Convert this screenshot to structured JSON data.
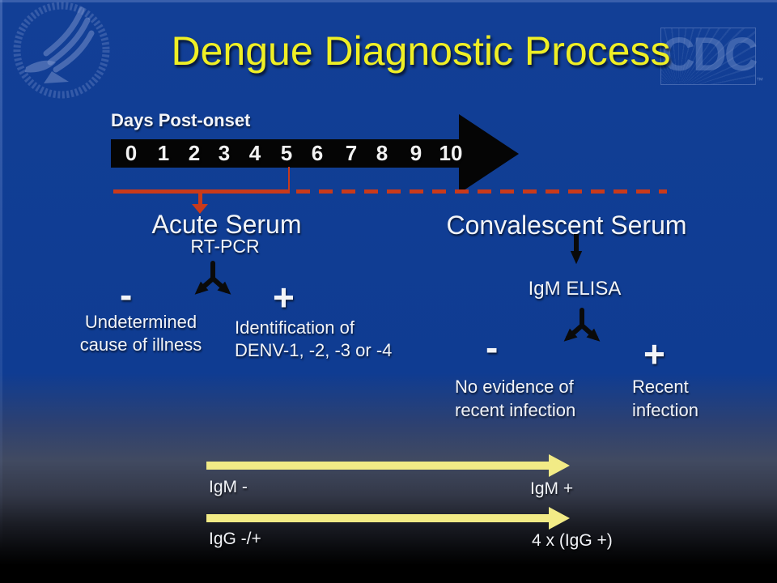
{
  "slide_title": "Dengue Diagnostic Process",
  "logos": {
    "hhs_seal": "US Department of Health and Human Services seal (watermark)",
    "cdc_text": "CDC",
    "cdc_trademark": "™"
  },
  "timeline": {
    "label": "Days Post-onset",
    "days": [
      "0",
      "1",
      "2",
      "3",
      "4",
      "5",
      "6",
      "7",
      "8",
      "9",
      "10"
    ],
    "acute_window_days": "0-5",
    "convalescent_window_days": "5-10+"
  },
  "acute_branch": {
    "heading": "Acute Serum",
    "test": "RT-PCR",
    "negative_sign": "-",
    "positive_sign": "+",
    "negative_outcome": [
      "Undetermined",
      "cause of illness"
    ],
    "positive_outcome": [
      "Identification of",
      "DENV-1, -2, -3 or -4"
    ]
  },
  "convalescent_branch": {
    "heading": "Convalescent Serum",
    "test": "IgM ELISA",
    "negative_sign": "-",
    "positive_sign": "+",
    "negative_outcome": [
      "No evidence of",
      "recent infection"
    ],
    "positive_outcome": [
      "Recent",
      "infection"
    ]
  },
  "serology_timeline": {
    "igm_start": "IgM -",
    "igm_end": "IgM +",
    "igg_start": "IgG -/+",
    "igg_end": "4 x (IgG +)"
  },
  "colors": {
    "background_blue": "#0F3C92",
    "title_yellow": "#EFEF25",
    "timeline_red": "#C93A1B",
    "serology_arrow_yellow": "#F2EB86",
    "flow_arrow_black": "#0A0A0A",
    "text_white": "#F2F4F8"
  }
}
